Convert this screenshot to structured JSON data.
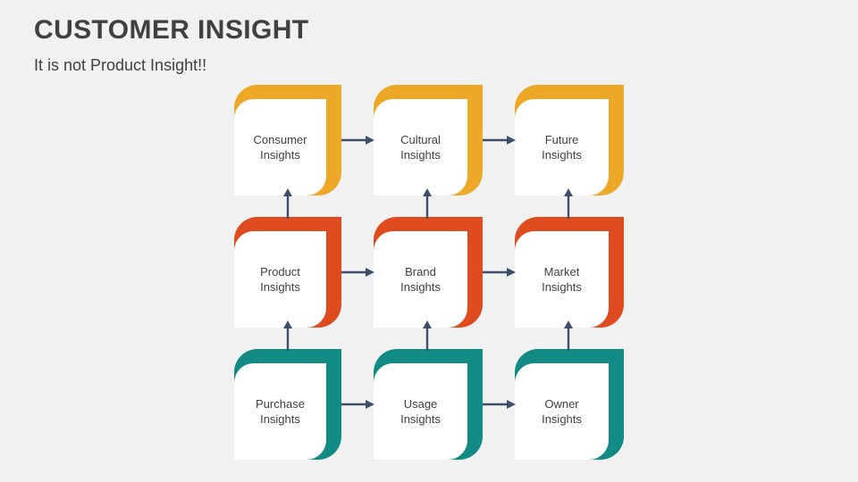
{
  "header": {
    "title": "CUSTOMER INSIGHT",
    "subtitle": "It is not Product Insight!!"
  },
  "theme": {
    "background": "#F1F1F1",
    "text": "#404040",
    "card_face": "#FFFFFF",
    "arrow": "#3E4F6B",
    "row_amber": "#EDA828",
    "row_red": "#DE4B1F",
    "row_teal": "#138B85"
  },
  "diagram": {
    "type": "matrix-flow",
    "rows": 3,
    "columns": 3,
    "rows_data": [
      {
        "name": "top-row",
        "color": "#EDA828",
        "cards": [
          {
            "id": "consumer-insights",
            "label": "Consumer\nInsights"
          },
          {
            "id": "cultural-insights",
            "label": "Cultural\nInsights"
          },
          {
            "id": "future-insights",
            "label": "Future\nInsights"
          }
        ]
      },
      {
        "name": "middle-row",
        "color": "#DE4B1F",
        "cards": [
          {
            "id": "product-insights",
            "label": "Product\nInsights"
          },
          {
            "id": "brand-insights",
            "label": "Brand\nInsights"
          },
          {
            "id": "market-insights",
            "label": "Market\nInsights"
          }
        ]
      },
      {
        "name": "bottom-row",
        "color": "#138B85",
        "cards": [
          {
            "id": "purchase-insights",
            "label": "Purchase\nInsights"
          },
          {
            "id": "usage-insights",
            "label": "Usage\nInsights"
          },
          {
            "id": "owner-insights",
            "label": "Owner\nInsights"
          }
        ]
      }
    ],
    "connectors": [
      {
        "id": "consumer-to-cultural",
        "direction": "right"
      },
      {
        "id": "cultural-to-future",
        "direction": "right"
      },
      {
        "id": "product-to-brand",
        "direction": "right"
      },
      {
        "id": "brand-to-market",
        "direction": "right"
      },
      {
        "id": "purchase-to-usage",
        "direction": "right"
      },
      {
        "id": "usage-to-owner",
        "direction": "right"
      },
      {
        "id": "product-to-consumer",
        "direction": "up"
      },
      {
        "id": "brand-to-cultural",
        "direction": "up"
      },
      {
        "id": "market-to-future",
        "direction": "up"
      },
      {
        "id": "purchase-to-product",
        "direction": "up"
      },
      {
        "id": "usage-to-brand",
        "direction": "up"
      },
      {
        "id": "owner-to-market",
        "direction": "up"
      }
    ]
  }
}
